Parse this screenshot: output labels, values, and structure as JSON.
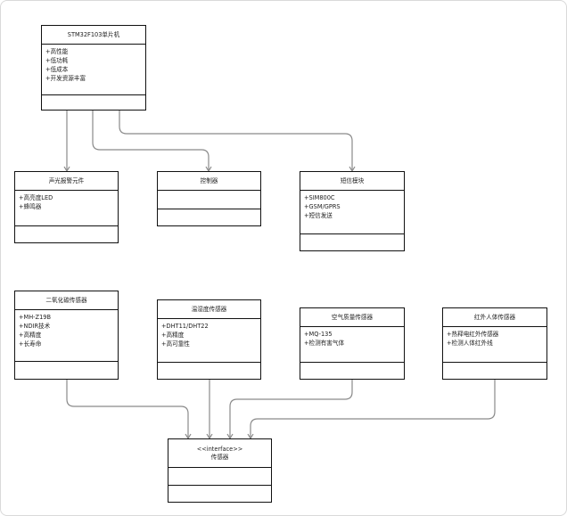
{
  "diagram": {
    "mcu": {
      "title": "STM32F103单片机",
      "attributes": [
        "+高性能",
        "+低功耗",
        "+低成本",
        "+开发资源丰富"
      ]
    },
    "alarm": {
      "title": "声光报警元件",
      "attributes": [
        "+高亮度LED",
        "+蜂鸣器"
      ]
    },
    "controller": {
      "title": "控制器",
      "attributes": []
    },
    "sms": {
      "title": "短信模块",
      "attributes": [
        "+SIM800C",
        "+GSM/GPRS",
        "+短信发送"
      ]
    },
    "co2": {
      "title": "二氧化碳传感器",
      "attributes": [
        "+MH-Z19B",
        "+NDIR技术",
        "+高精度",
        "+长寿命"
      ]
    },
    "temp": {
      "title": "温湿度传感器",
      "attributes": [
        "+DHT11/DHT22",
        "+高精度",
        "+高可靠性"
      ]
    },
    "air": {
      "title": "空气质量传感器",
      "attributes": [
        "+MQ-135",
        "+检测有害气体"
      ]
    },
    "pir": {
      "title": "红外人体传感器",
      "attributes": [
        "+热释电红外传感器",
        "+检测人体红外线"
      ]
    },
    "sensor": {
      "stereotype": "<<interface>>",
      "title": "传感器",
      "attributes": []
    }
  },
  "colors": {
    "line": "#8a8a8a",
    "border": "#111111"
  }
}
